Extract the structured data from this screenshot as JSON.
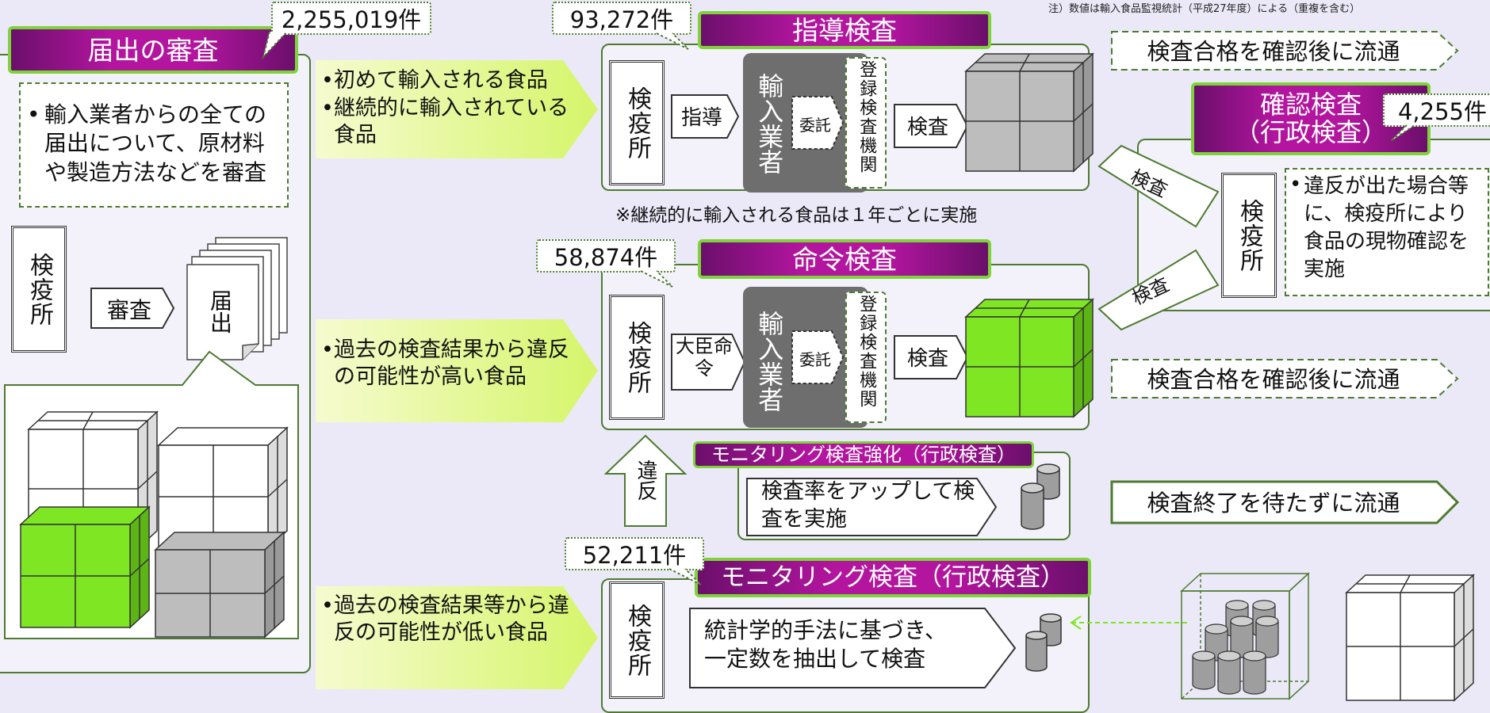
{
  "note": "注）数値は輸入食品監視統計（平成27年度）による（重複を含む）",
  "notification": {
    "title": "届出の審査",
    "count": "2,255,019件",
    "desc": "輸入業者からの全ての届出について、原材料や製造方法などを審査",
    "office": "検疫所",
    "action": "審査",
    "doc": "届出"
  },
  "guidance": {
    "title": "指導検査",
    "count": "93,272件",
    "targets": [
      "初めて輸入される食品",
      "継続的に輸入されている食品"
    ],
    "office": "検疫所",
    "action": "指導",
    "importer": "輸入業者",
    "delegate": "委託",
    "agency": "登録検査機関",
    "inspect": "検査",
    "note": "※継続的に輸入される食品は１年ごとに実施"
  },
  "order": {
    "title": "命令検査",
    "count": "58,874件",
    "target": "過去の検査結果から違反の可能性が高い食品",
    "office": "検疫所",
    "action": "大臣命令",
    "importer": "輸入業者",
    "delegate": "委託",
    "agency": "登録検査機関",
    "inspect": "検査",
    "violation": "違反"
  },
  "monitoring_strengthen": {
    "title": "モニタリング検査強化（行政検査）",
    "desc": "検査率をアップして検査を実施"
  },
  "monitoring": {
    "title": "モニタリング検査（行政検査）",
    "count": "52,211件",
    "target": "過去の検査結果等から違反の可能性が低い食品",
    "office": "検疫所",
    "desc": "統計学的手法に基づき、一定数を抽出して検査"
  },
  "confirm": {
    "title_line1": "確認検査",
    "title_line2": "（行政検査）",
    "count": "4,255件",
    "office": "検疫所",
    "desc": "違反が出た場合等に、検疫所により食品の現物確認を実施",
    "arrow_upper": "検査",
    "arrow_lower": "検査"
  },
  "distribution": {
    "after_pass_1": "検査合格を確認後に流通",
    "after_pass_2": "検査合格を確認後に流通",
    "without_wait": "検査終了を待たずに流通"
  },
  "colors": {
    "green": "#7ee622",
    "gray": "#bdbdbd",
    "purple": "#9e1490",
    "frame": "#4d7a2f"
  }
}
